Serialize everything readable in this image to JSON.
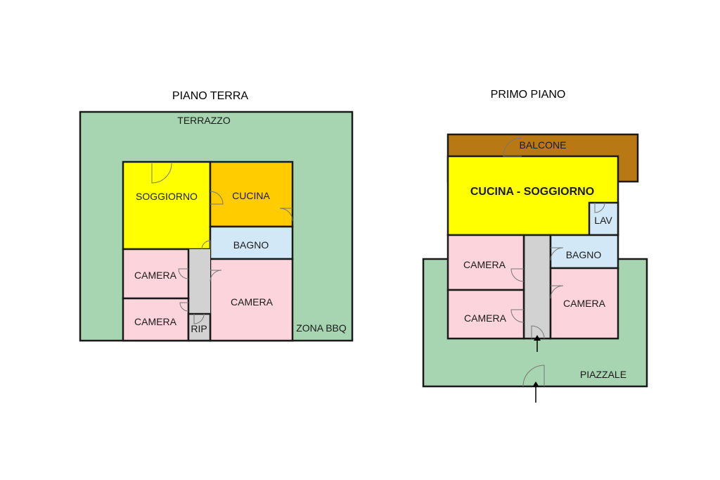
{
  "titles": {
    "ground": "PIANO TERRA",
    "first": "PRIMO PIANO"
  },
  "colors": {
    "outdoor_green": "#a8d5b1",
    "living_yellow": "#ffff00",
    "kitchen_orange": "#ffcc00",
    "bathroom_blue": "#d3e8f7",
    "bedroom_pink": "#fcd4dc",
    "corridor_grey": "#d2d2d2",
    "balcony_brown": "#b87814"
  },
  "ground_floor": {
    "terrazzo": "TERRAZZO",
    "soggiorno": "SOGGIORNO",
    "cucina": "CUCINA",
    "bagno": "BAGNO",
    "camera_1": "CAMERA",
    "camera_2": "CAMERA",
    "camera_3": "CAMERA",
    "rip": "RIP",
    "zona_bbq": "ZONA BBQ"
  },
  "first_floor": {
    "balcone": "BALCONE",
    "cucina_soggiorno": "CUCINA - SOGGIORNO",
    "lav": "LAV",
    "bagno": "BAGNO",
    "camera_1": "CAMERA",
    "camera_2": "CAMERA",
    "camera_3": "CAMERA",
    "piazzale": "PIAZZALE"
  }
}
